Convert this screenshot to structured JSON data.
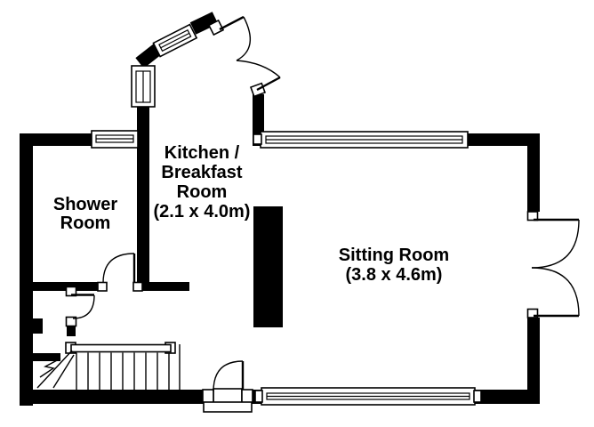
{
  "floorplan": {
    "background_color": "#ffffff",
    "line_color": "#000000",
    "rooms": [
      {
        "name": "Shower Room",
        "label_lines": [
          "Shower",
          "Room"
        ],
        "dimensions": ""
      },
      {
        "name": "Kitchen / Breakfast Room",
        "label_lines": [
          "Kitchen /",
          "Breakfast",
          "Room"
        ],
        "dimensions": "(2.1 x 4.0m)"
      },
      {
        "name": "Sitting Room",
        "label_lines": [
          "Sitting Room"
        ],
        "dimensions": "(3.8 x 4.6m)"
      }
    ]
  }
}
